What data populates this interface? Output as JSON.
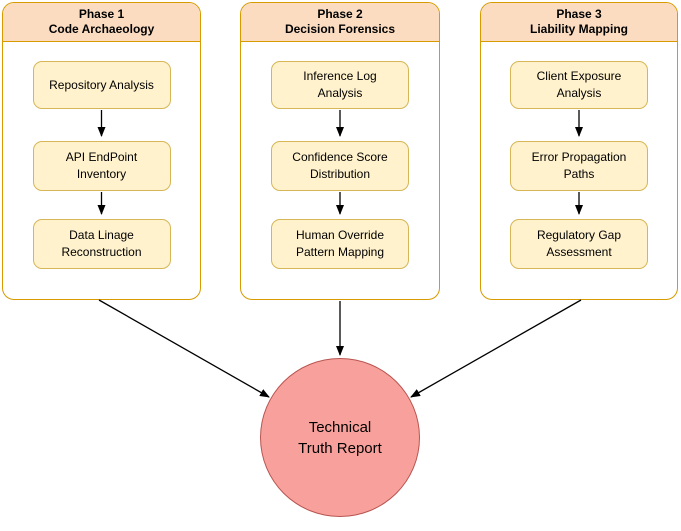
{
  "diagram": {
    "columns": [
      {
        "title_line1": "Phase 1",
        "title_line2": "Code Archaeology",
        "steps": [
          "Repository Analysis",
          "API EndPoint Inventory",
          "Data Linage Reconstruction"
        ]
      },
      {
        "title_line1": "Phase 2",
        "title_line2": "Decision Forensics",
        "steps": [
          "Inference Log Analysis",
          "Confidence Score Distribution",
          "Human Override Pattern Mapping"
        ]
      },
      {
        "title_line1": "Phase 3",
        "title_line2": "Liability Mapping",
        "steps": [
          "Client Exposure Analysis",
          "Error Propagation Paths",
          "Regulatory Gap Assessment"
        ]
      }
    ],
    "result_node": {
      "line1": "Technical",
      "line2": "Truth Report"
    },
    "colors": {
      "canvas": "#FFFFFF",
      "column_border": "#D79B00",
      "column_header_fill": "#FBDCC1",
      "step_fill": "#FFF2CC",
      "step_border": "#D6B656",
      "result_fill": "#F8A19C",
      "result_border": "#B85450",
      "arrow": "#000000"
    }
  }
}
